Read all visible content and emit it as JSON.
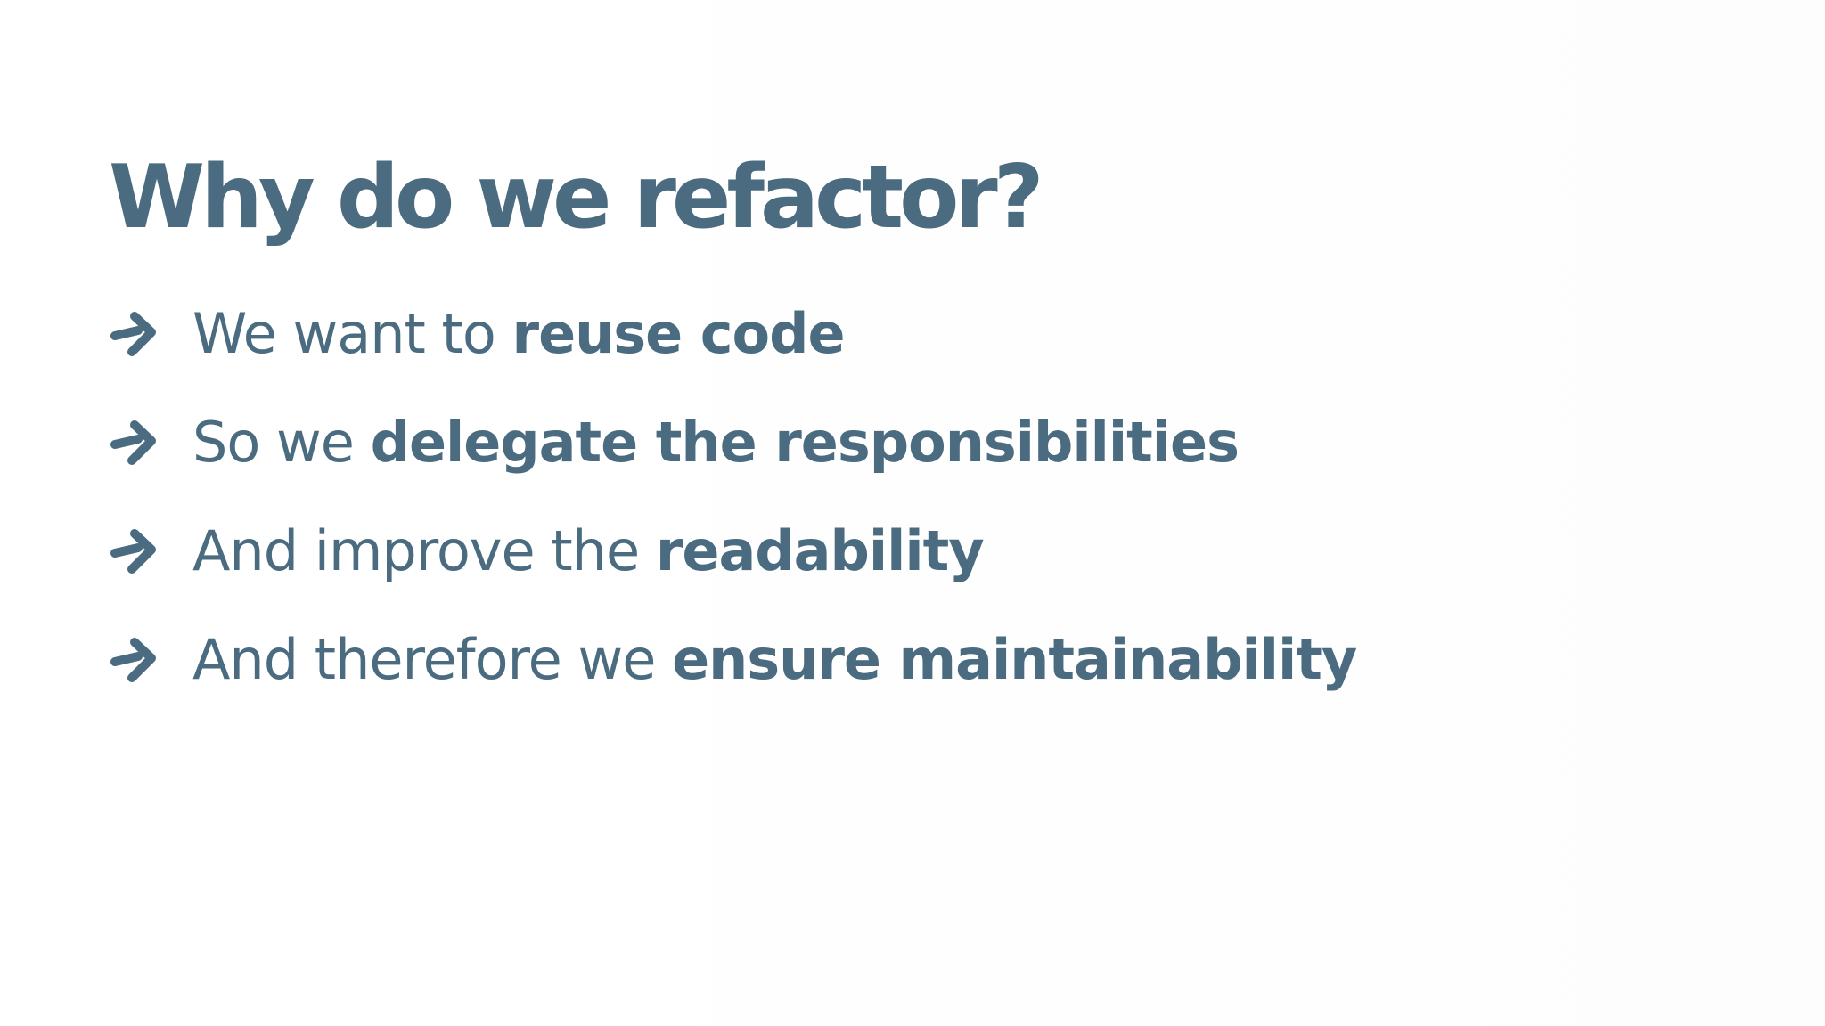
{
  "slide": {
    "title": "Why do we refactor?",
    "bullets": [
      {
        "normal": "We want to ",
        "bold": "reuse code"
      },
      {
        "normal": "So we ",
        "bold": "delegate the responsibilities"
      },
      {
        "normal": "And improve the ",
        "bold": "readability"
      },
      {
        "normal": "And therefore we ",
        "bold": "ensure maintainability"
      }
    ],
    "colors": {
      "text": "#4a6b80",
      "background": "#ffffff"
    },
    "bullet_icon": "hand-drawn-right-arrow"
  }
}
